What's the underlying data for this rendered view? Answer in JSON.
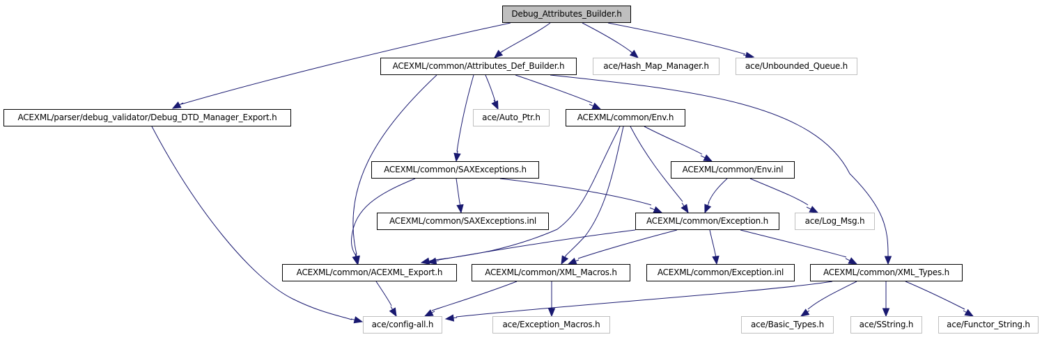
{
  "diagram": {
    "title": "Debug_Attributes_Builder.h",
    "edge_color": "#191970",
    "root_fill": "#bfbfbf",
    "external_border": "#bfbfbf",
    "nodes": [
      {
        "id": "root",
        "label": "Debug_Attributes_Builder.h",
        "kind": "root"
      },
      {
        "id": "attr_def",
        "label": "ACEXML/common/Attributes_Def_Builder.h",
        "kind": "project"
      },
      {
        "id": "hash_map",
        "label": "ace/Hash_Map_Manager.h",
        "kind": "external"
      },
      {
        "id": "unbounded",
        "label": "ace/Unbounded_Queue.h",
        "kind": "external"
      },
      {
        "id": "dtd_export",
        "label": "ACEXML/parser/debug_validator/Debug_DTD_Manager_Export.h",
        "kind": "project"
      },
      {
        "id": "auto_ptr",
        "label": "ace/Auto_Ptr.h",
        "kind": "external"
      },
      {
        "id": "env_h",
        "label": "ACEXML/common/Env.h",
        "kind": "project"
      },
      {
        "id": "saxexc_h",
        "label": "ACEXML/common/SAXExceptions.h",
        "kind": "project"
      },
      {
        "id": "env_inl",
        "label": "ACEXML/common/Env.inl",
        "kind": "project"
      },
      {
        "id": "saxexc_inl",
        "label": "ACEXML/common/SAXExceptions.inl",
        "kind": "project"
      },
      {
        "id": "exception_h",
        "label": "ACEXML/common/Exception.h",
        "kind": "project"
      },
      {
        "id": "log_msg",
        "label": "ace/Log_Msg.h",
        "kind": "external"
      },
      {
        "id": "acexml_export",
        "label": "ACEXML/common/ACEXML_Export.h",
        "kind": "project"
      },
      {
        "id": "xml_macros",
        "label": "ACEXML/common/XML_Macros.h",
        "kind": "project"
      },
      {
        "id": "exception_inl",
        "label": "ACEXML/common/Exception.inl",
        "kind": "project"
      },
      {
        "id": "xml_types",
        "label": "ACEXML/common/XML_Types.h",
        "kind": "project"
      },
      {
        "id": "config_all",
        "label": "ace/config-all.h",
        "kind": "external"
      },
      {
        "id": "exc_macros",
        "label": "ace/Exception_Macros.h",
        "kind": "external"
      },
      {
        "id": "basic_types",
        "label": "ace/Basic_Types.h",
        "kind": "external"
      },
      {
        "id": "sstring",
        "label": "ace/SString.h",
        "kind": "external"
      },
      {
        "id": "functor_string",
        "label": "ace/Functor_String.h",
        "kind": "external"
      }
    ],
    "edges": [
      {
        "from": "root",
        "to": "dtd_export"
      },
      {
        "from": "root",
        "to": "attr_def"
      },
      {
        "from": "root",
        "to": "hash_map"
      },
      {
        "from": "root",
        "to": "unbounded"
      },
      {
        "from": "attr_def",
        "to": "acexml_export"
      },
      {
        "from": "attr_def",
        "to": "saxexc_h"
      },
      {
        "from": "attr_def",
        "to": "auto_ptr"
      },
      {
        "from": "attr_def",
        "to": "env_h"
      },
      {
        "from": "attr_def",
        "to": "xml_types"
      },
      {
        "from": "dtd_export",
        "to": "config_all"
      },
      {
        "from": "env_h",
        "to": "acexml_export"
      },
      {
        "from": "env_h",
        "to": "xml_macros"
      },
      {
        "from": "env_h",
        "to": "exception_h"
      },
      {
        "from": "env_h",
        "to": "env_inl"
      },
      {
        "from": "env_inl",
        "to": "exception_h"
      },
      {
        "from": "env_inl",
        "to": "log_msg"
      },
      {
        "from": "saxexc_h",
        "to": "acexml_export"
      },
      {
        "from": "saxexc_h",
        "to": "saxexc_inl"
      },
      {
        "from": "saxexc_h",
        "to": "exception_h"
      },
      {
        "from": "exception_h",
        "to": "acexml_export"
      },
      {
        "from": "exception_h",
        "to": "xml_macros"
      },
      {
        "from": "exception_h",
        "to": "exception_inl"
      },
      {
        "from": "exception_h",
        "to": "xml_types"
      },
      {
        "from": "acexml_export",
        "to": "config_all"
      },
      {
        "from": "xml_macros",
        "to": "config_all"
      },
      {
        "from": "xml_macros",
        "to": "exc_macros"
      },
      {
        "from": "xml_types",
        "to": "config_all"
      },
      {
        "from": "xml_types",
        "to": "basic_types"
      },
      {
        "from": "xml_types",
        "to": "sstring"
      },
      {
        "from": "xml_types",
        "to": "functor_string"
      }
    ]
  }
}
